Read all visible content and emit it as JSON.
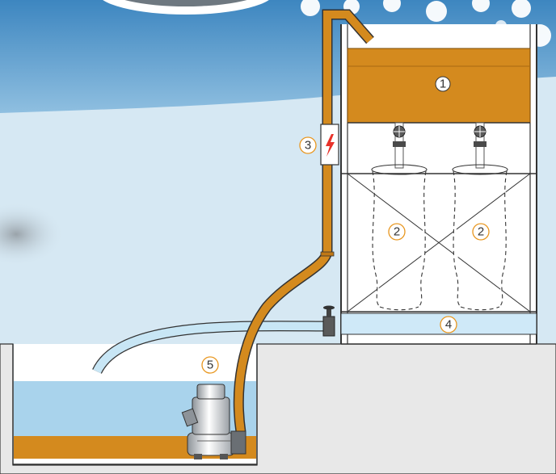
{
  "diagram": {
    "labels": {
      "tank": "1",
      "filter_left": "2",
      "filter_right": "2",
      "control_box": "3",
      "clean_water": "4",
      "pump": "5"
    },
    "icons": {
      "control_box": "lightning-bolt-icon",
      "valves": "gate-valve-icon"
    },
    "colors": {
      "sky_top": "#4a92c9",
      "sky_bottom": "#d6e8f3",
      "sludge": "#d48a1e",
      "clean_water": "#cfe9f8",
      "pit_water": "#a9d3ec",
      "ground": "#e8e8e8",
      "hose": "#c8e6f5",
      "bolt": "#e8322a",
      "label_ring": "#e8961e"
    }
  }
}
